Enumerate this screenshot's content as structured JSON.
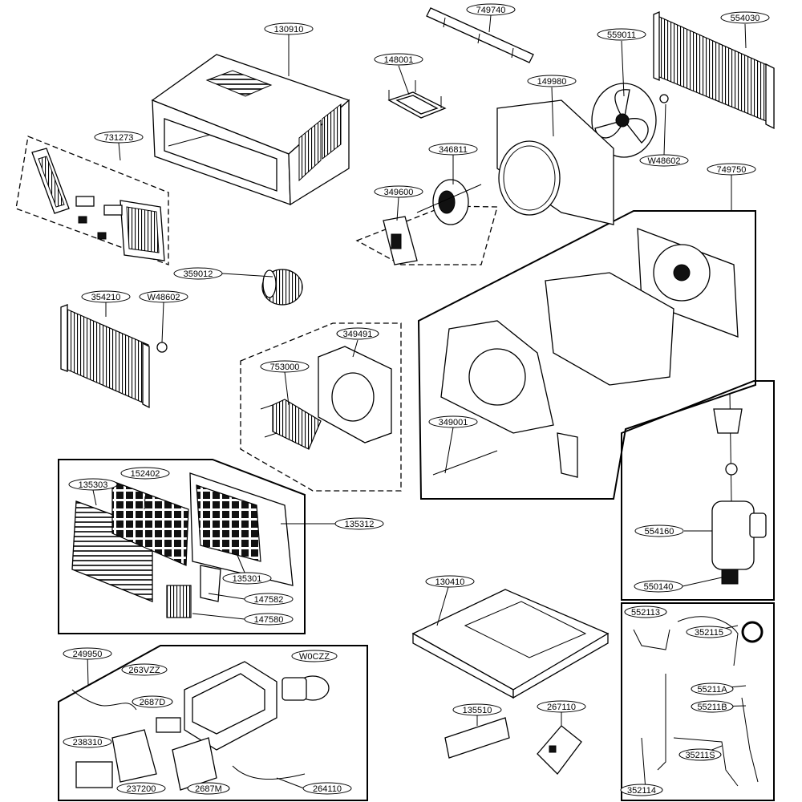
{
  "part_labels": {
    "p749740": "749740",
    "p130910": "130910",
    "p148001": "148001",
    "p559011": "559011",
    "p554030": "554030",
    "p149980": "149980",
    "p731273": "731273",
    "p346811": "346811",
    "pW48602a": "W48602",
    "p749750": "749750",
    "p349600": "349600",
    "p359012": "359012",
    "p354210": "354210",
    "pW48602b": "W48602",
    "p349491": "349491",
    "p753000": "753000",
    "p349001": "349001",
    "p135303": "135303",
    "p152402": "152402",
    "p135312": "135312",
    "p554160": "554160",
    "p135301": "135301",
    "p147582": "147582",
    "p147580": "147580",
    "p550140": "550140",
    "p130410": "130410",
    "p552113": "552113",
    "p352115": "352115",
    "p249950": "249950",
    "p263VZZ": "263VZZ",
    "pW0CZZ": "W0CZZ",
    "p2687D": "2687D",
    "p55211A": "55211A",
    "p55211B": "55211B",
    "p135510": "135510",
    "p267110": "267110",
    "p238310": "238310",
    "p35211S": "35211S",
    "p237200": "237200",
    "p2687M": "2687M",
    "p264110": "264110",
    "p352114": "352114"
  },
  "colors": {
    "line": "#000000",
    "background": "#ffffff",
    "fill_dark": "#111111"
  }
}
